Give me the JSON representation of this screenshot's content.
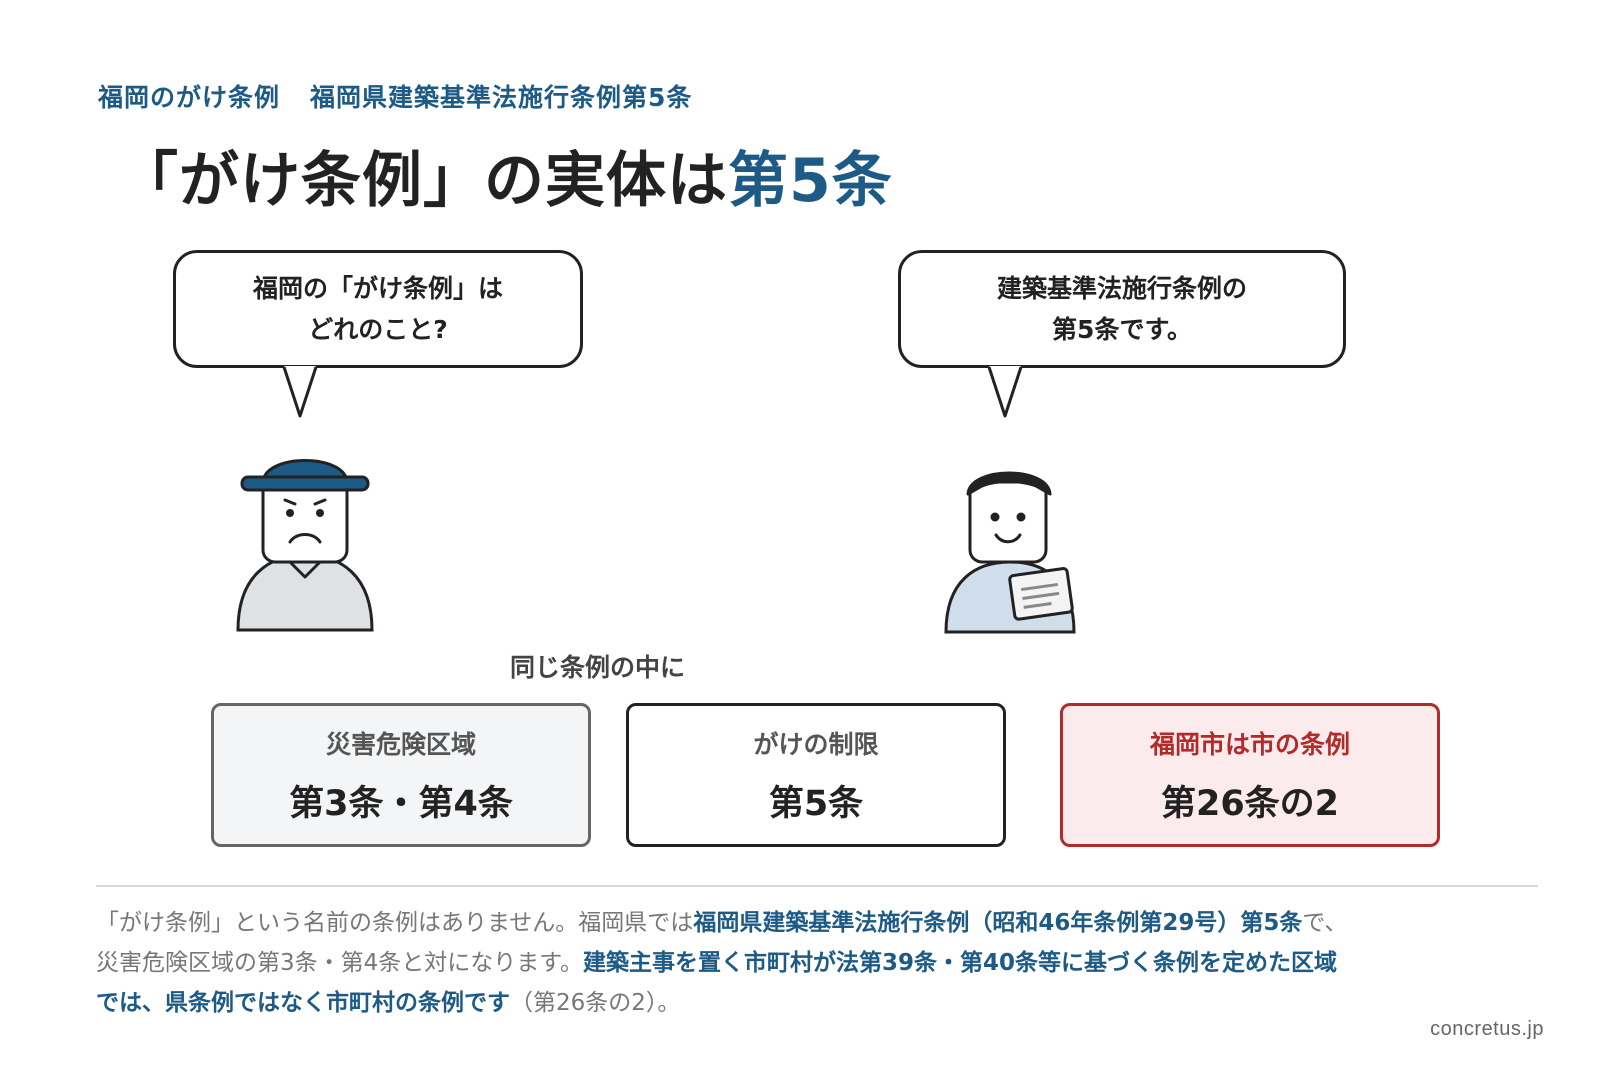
{
  "header": {
    "eyebrow_part1": "福岡のがけ条例",
    "eyebrow_part2": "福岡県建築基準法施行条例第5条",
    "title_main": "「がけ条例」の実体は",
    "title_accent": "第5条"
  },
  "bubbles": {
    "left_line1": "福岡の「がけ条例」は",
    "left_line2": "どれのこと?",
    "right_line1": "建築基準法施行条例の",
    "right_line2": "第5条です。"
  },
  "middle_label": "同じ条例の中に",
  "cards": [
    {
      "label": "災害危険区域",
      "value": "第3条・第4条"
    },
    {
      "label": "がけの制限",
      "value": "第5条"
    },
    {
      "label": "福岡市は市の条例",
      "value": "第26条の2"
    }
  ],
  "note": {
    "t1": "「がけ条例」という名前の条例はありません。福岡県では",
    "b1": "福岡県建築基準法施行条例（昭和46年条例第29号）第5条",
    "t2": "で、災害危険区域の第3条・第4条と対になります。",
    "b2": "建築主事を置く市町村が法第39条・第40条等に基づく条例を定めた区域では、県条例ではなく市町村の条例です",
    "t3": "（第26条の2）。"
  },
  "credit": "concretus.jp",
  "colors": {
    "accent": "#1d5b86",
    "warning": "#b22a2a",
    "warning_bg": "#fcebec",
    "neutral_bg": "#f3f5f7"
  }
}
